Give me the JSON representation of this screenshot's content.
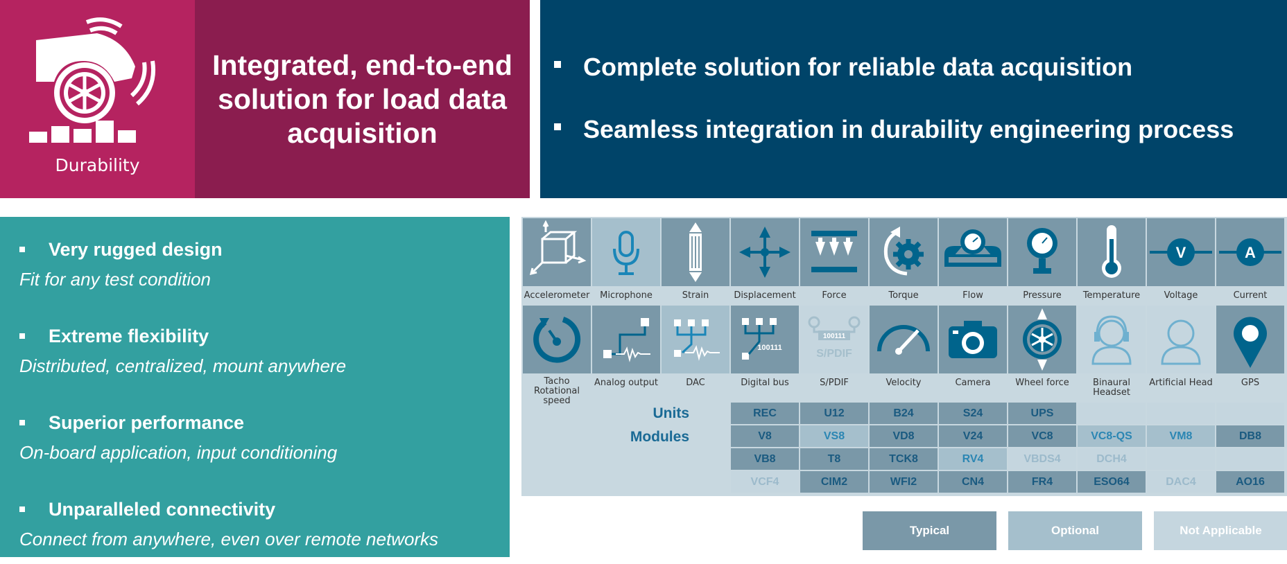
{
  "logo": {
    "caption": "Durability",
    "icon": "durability-wheel-icon"
  },
  "header": {
    "title": "Integrated, end-to-end solution for load data acquisition"
  },
  "benefits": [
    "Complete solution for reliable data acquisition",
    "Seamless integration in durability engineering process"
  ],
  "features": [
    {
      "title": "Very rugged design",
      "subtitle": "Fit for any test condition"
    },
    {
      "title": "Extreme flexibility",
      "subtitle": "Distributed, centralized, mount anywhere"
    },
    {
      "title": "Superior performance",
      "subtitle": "On-board application, input conditioning"
    },
    {
      "title": "Unparalleled connectivity",
      "subtitle": "Connect from anywhere, even over remote networks"
    }
  ],
  "sensors_row1": [
    {
      "label": "Accelerometer",
      "icon": "accelerometer-icon",
      "status": "typical"
    },
    {
      "label": "Microphone",
      "icon": "microphone-icon",
      "status": "optional"
    },
    {
      "label": "Strain",
      "icon": "strain-icon",
      "status": "typical"
    },
    {
      "label": "Displacement",
      "icon": "displacement-icon",
      "status": "typical"
    },
    {
      "label": "Force",
      "icon": "force-icon",
      "status": "typical"
    },
    {
      "label": "Torque",
      "icon": "torque-icon",
      "status": "typical"
    },
    {
      "label": "Flow",
      "icon": "flow-icon",
      "status": "typical"
    },
    {
      "label": "Pressure",
      "icon": "pressure-icon",
      "status": "typical"
    },
    {
      "label": "Temperature",
      "icon": "temperature-icon",
      "status": "typical"
    },
    {
      "label": "Voltage",
      "icon": "voltage-icon",
      "status": "typical",
      "glyph": "V"
    },
    {
      "label": "Current",
      "icon": "current-icon",
      "status": "typical",
      "glyph": "A"
    }
  ],
  "sensors_row2": [
    {
      "label_line1": "Tacho",
      "label_line2": "Rotational speed",
      "icon": "tacho-icon",
      "status": "typical"
    },
    {
      "label_line1": "Analog output",
      "label_line2": "",
      "icon": "analog-output-icon",
      "status": "typical"
    },
    {
      "label_line1": "DAC",
      "label_line2": "",
      "icon": "dac-icon",
      "status": "optional"
    },
    {
      "label_line1": "Digital bus",
      "label_line2": "",
      "icon": "digital-bus-icon",
      "status": "typical",
      "glyph": "100111"
    },
    {
      "label_line1": "S/PDIF",
      "label_line2": "",
      "icon": "spdif-icon",
      "status": "not_applicable",
      "glyph": "100111",
      "glyph2": "S/PDIF"
    },
    {
      "label_line1": "Velocity",
      "label_line2": "",
      "icon": "velocity-icon",
      "status": "typical"
    },
    {
      "label_line1": "Camera",
      "label_line2": "",
      "icon": "camera-icon",
      "status": "typical"
    },
    {
      "label_line1": "Wheel force",
      "label_line2": "",
      "icon": "wheel-force-icon",
      "status": "typical"
    },
    {
      "label_line1": "Binaural Headset",
      "label_line2": "",
      "icon": "binaural-headset-icon",
      "status": "not_applicable"
    },
    {
      "label_line1": "Artificial Head",
      "label_line2": "",
      "icon": "artificial-head-icon",
      "status": "not_applicable"
    },
    {
      "label_line1": "GPS",
      "label_line2": "",
      "icon": "gps-icon",
      "status": "typical"
    }
  ],
  "hardware": {
    "units_label": "Units",
    "modules_label": "Modules",
    "rows": [
      [
        {
          "label": "REC",
          "s": "t"
        },
        {
          "label": "U12",
          "s": "t"
        },
        {
          "label": "B24",
          "s": "t"
        },
        {
          "label": "S24",
          "s": "t"
        },
        {
          "label": "UPS",
          "s": "t"
        },
        {
          "label": "",
          "s": "e"
        },
        {
          "label": "",
          "s": "e"
        },
        {
          "label": "",
          "s": "e"
        }
      ],
      [
        {
          "label": "V8",
          "s": "t"
        },
        {
          "label": "VS8",
          "s": "o"
        },
        {
          "label": "VD8",
          "s": "t"
        },
        {
          "label": "V24",
          "s": "t"
        },
        {
          "label": "VC8",
          "s": "t"
        },
        {
          "label": "VC8-QS",
          "s": "o"
        },
        {
          "label": "VM8",
          "s": "o"
        },
        {
          "label": "DB8",
          "s": "t"
        }
      ],
      [
        {
          "label": "VB8",
          "s": "t"
        },
        {
          "label": "T8",
          "s": "t"
        },
        {
          "label": "TCK8",
          "s": "t"
        },
        {
          "label": "RV4",
          "s": "o"
        },
        {
          "label": "VBDS4",
          "s": "n"
        },
        {
          "label": "DCH4",
          "s": "n"
        },
        {
          "label": "",
          "s": "e"
        },
        {
          "label": "",
          "s": "e"
        }
      ],
      [
        {
          "label": "VCF4",
          "s": "n"
        },
        {
          "label": "CIM2",
          "s": "t"
        },
        {
          "label": "WFI2",
          "s": "t"
        },
        {
          "label": "CN4",
          "s": "t"
        },
        {
          "label": "FR4",
          "s": "t"
        },
        {
          "label": "ESO64",
          "s": "t"
        },
        {
          "label": "DAC4",
          "s": "n"
        },
        {
          "label": "AO16",
          "s": "t"
        }
      ]
    ]
  },
  "legend": [
    {
      "label": "Typical",
      "color": "#7a98a8"
    },
    {
      "label": "Optional",
      "color": "#a5bfcc"
    },
    {
      "label": "Not Applicable",
      "color": "#c5d6df"
    }
  ],
  "colors": {
    "accent_magenta": "#b52360",
    "accent_plum": "#8b1d4f",
    "navy": "#004469",
    "teal": "#33a0a0",
    "icon_blue": "#00648c"
  }
}
